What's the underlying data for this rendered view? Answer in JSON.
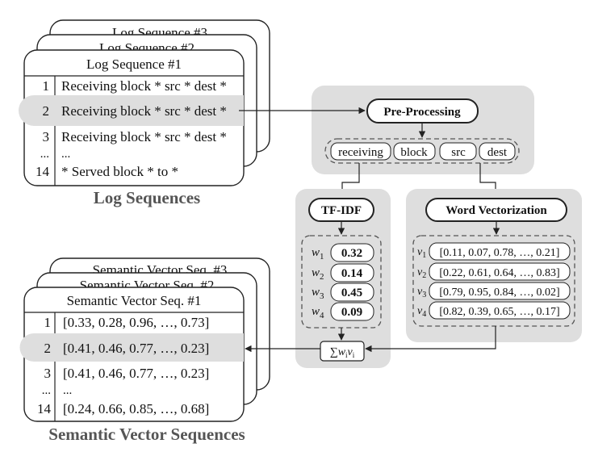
{
  "log_panel": {
    "back_titles": [
      "Log Sequence #3",
      "Log Sequence #2"
    ],
    "title": "Log Sequence #1",
    "rows": [
      {
        "num": "1",
        "text": "Receiving block * src * dest *"
      },
      {
        "num": "2",
        "text": "Receiving block * src * dest *"
      },
      {
        "num": "3",
        "text": "Receiving block * src * dest *"
      },
      {
        "num": "...",
        "text": "..."
      },
      {
        "num": "14",
        "text": "* Served block * to *"
      }
    ],
    "caption": "Log Sequences"
  },
  "preprocessing": {
    "label": "Pre-Processing",
    "tokens": [
      "receiving",
      "block",
      "src",
      "dest"
    ]
  },
  "tfidf": {
    "label": "TF-IDF",
    "weights": [
      {
        "sym": "w",
        "sub": "1",
        "value": "0.32"
      },
      {
        "sym": "w",
        "sub": "2",
        "value": "0.14"
      },
      {
        "sym": "w",
        "sub": "3",
        "value": "0.45"
      },
      {
        "sym": "w",
        "sub": "4",
        "value": "0.09"
      }
    ]
  },
  "word_vectorization": {
    "label": "Word Vectorization",
    "vectors": [
      {
        "sym": "v",
        "sub": "1",
        "value": "[0.11, 0.07, 0.78, …, 0.21]"
      },
      {
        "sym": "v",
        "sub": "2",
        "value": "[0.22, 0.61, 0.64, …, 0.83]"
      },
      {
        "sym": "v",
        "sub": "3",
        "value": "[0.79, 0.95, 0.84, …, 0.02]"
      },
      {
        "sym": "v",
        "sub": "4",
        "value": "[0.82, 0.39, 0.65, …, 0.17]"
      }
    ]
  },
  "sum_formula": {
    "prefix": "∑",
    "w": "w",
    "w_sub": "i",
    "v": "v",
    "v_sub": "i"
  },
  "semantic_panel": {
    "back_titles": [
      "Semantic Vector Seq. #3",
      "Semantic Vector Seq. #2"
    ],
    "title": "Semantic Vector Seq. #1",
    "rows": [
      {
        "num": "1",
        "text": "[0.33, 0.28, 0.96, …, 0.73]"
      },
      {
        "num": "2",
        "text": "[0.41, 0.46, 0.77, …, 0.23]"
      },
      {
        "num": "3",
        "text": "[0.41, 0.46, 0.77, …, 0.23]"
      },
      {
        "num": "...",
        "text": "..."
      },
      {
        "num": "14",
        "text": "[0.24, 0.66, 0.85, …, 0.68]"
      }
    ],
    "caption": "Semantic Vector Sequences"
  },
  "colors": {
    "panel_gray": "#dedede",
    "stroke": "#222222",
    "dash": "#555555"
  }
}
